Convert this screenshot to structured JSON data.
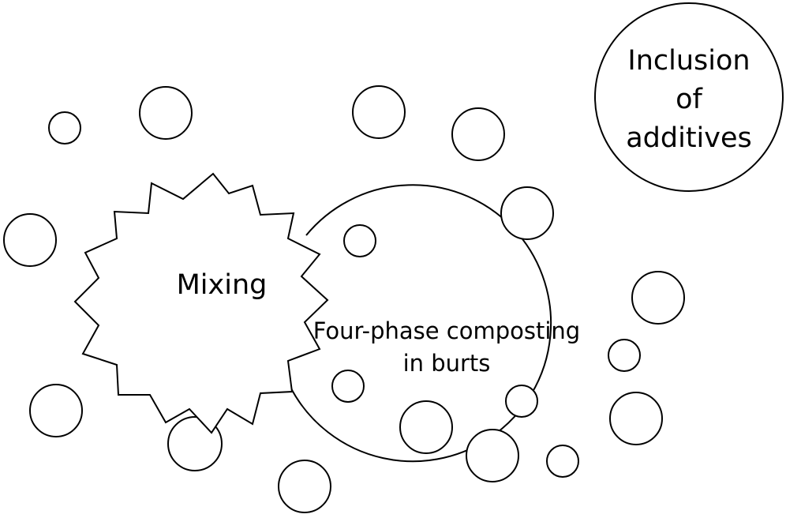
{
  "labels": {
    "mixing": "Mixing",
    "composting": [
      "Four-phase composting",
      "in burts"
    ],
    "additives": [
      "Inclusion",
      "of",
      "additives"
    ]
  },
  "colors": {
    "stroke": "#000000",
    "fill": "#ffffff"
  }
}
